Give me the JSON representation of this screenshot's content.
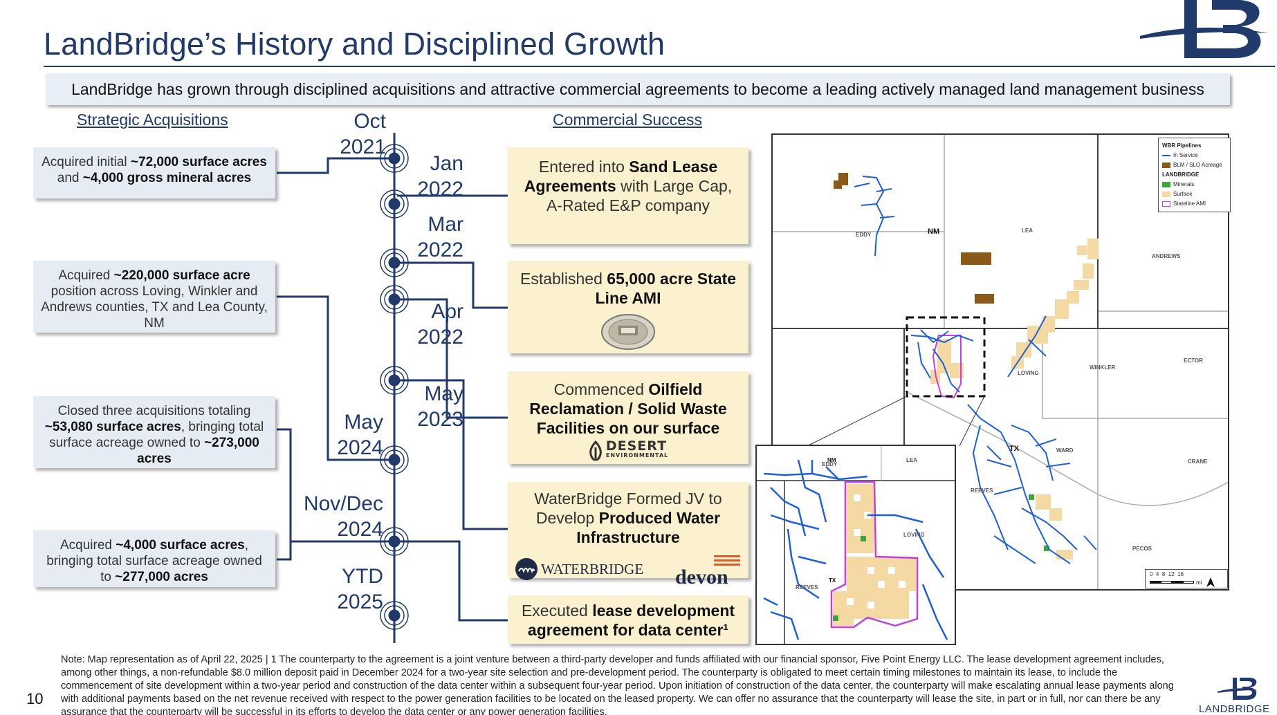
{
  "title": "LandBridge’s History and Disciplined Growth",
  "banner": "LandBridge has grown through disciplined acquisitions and attractive commercial agreements to become a leading actively managed land management business",
  "sections": {
    "left": "Strategic Acquisitions",
    "right": "Commercial Success"
  },
  "acquisitions": [
    {
      "pre": "Acquired initial ",
      "b1": "~72,000 surface acres",
      "mid": " and ",
      "b2": "~4,000 gross mineral acres",
      "post": ""
    },
    {
      "pre": "Acquired ",
      "b1": "~220,000 surface acre",
      "mid": " position across Loving, Winkler and Andrews counties, TX and Lea County, NM",
      "b2": "",
      "post": ""
    },
    {
      "pre": "Closed three acquisitions totaling ",
      "b1": "~53,080 surface acres",
      "mid": ", bringing total surface acreage owned to ",
      "b2": "~273,000",
      "post": " acres"
    },
    {
      "pre": "Acquired ",
      "b1": "~4,000 surface acres",
      "mid": ", bringing total surface acreage owned to ",
      "b2": "~277,000 acres",
      "post": ""
    }
  ],
  "commercial": [
    {
      "pre": "Entered into ",
      "b1": "Sand Lease Agreements",
      "post": " with Large Cap, A-Rated E&P company",
      "logo": ""
    },
    {
      "pre": "Established ",
      "b1": "65,000 acre State Line AMI",
      "post": "",
      "logo": "state-seal-icon"
    },
    {
      "pre": "Commenced ",
      "b1": "Oilfield Reclamation / Solid Waste Facilities on our surface",
      "post": "",
      "logo": "DESERT"
    },
    {
      "pre": "WaterBridge Formed JV to Develop ",
      "b1": "Produced Water Infrastructure",
      "post": "",
      "logo": "WATERBRIDGE"
    },
    {
      "pre": "Executed ",
      "b1": "lease development agreement for data center¹",
      "post": "",
      "logo": ""
    }
  ],
  "logos": {
    "desert_line1": "DESERT",
    "desert_line2": "ENVIRONMENTAL",
    "waterbridge": "WATERBRIDGE",
    "devon": "devon",
    "landbridge": "LANDBRIDGE"
  },
  "dates": {
    "oct2021": [
      "Oct",
      "2021"
    ],
    "jan2022": [
      "Jan",
      "2022"
    ],
    "mar2022": [
      "Mar",
      "2022"
    ],
    "apr2022": [
      "Apr",
      "2022"
    ],
    "may2023": [
      "May",
      "2023"
    ],
    "may2024": [
      "May",
      "2024"
    ],
    "novdec2024": [
      "Nov/Dec",
      "2024"
    ],
    "ytd2025": [
      "YTD",
      "2025"
    ]
  },
  "map": {
    "legend_title": "WBR Pipelines",
    "legend_items": [
      {
        "label": "In Service",
        "color": "#1f5fd6"
      },
      {
        "label": "BLM / SLO Acreage",
        "color": "#8b5a16"
      },
      {
        "label": "LANDBRIDGE",
        "color": ""
      },
      {
        "label": "Minerals",
        "color": "#3aa63a"
      },
      {
        "label": "Surface",
        "color": "#f5d9a2"
      },
      {
        "label": "Stateline AMI",
        "color": "#c040e0"
      }
    ],
    "labels": {
      "eddy": "EDDY",
      "nm": "NM",
      "lea": "LEA",
      "andrews": "ANDREWS",
      "loving": "LOVING",
      "winkler": "WINKLER",
      "ector": "ECTOR",
      "tx": "TX",
      "ward": "WARD",
      "crane": "CRANE",
      "reeves": "REEVES",
      "pecos": "PECOS"
    },
    "scale": "0  4  8  12  16",
    "scale_unit": "mi"
  },
  "note": "Note: Map representation as of April 22, 2025 | 1 The counterparty to the agreement is a joint venture between a third-party developer and funds affiliated with our financial sponsor, Five Point Energy LLC. The lease development agreement includes, among other things, a non-refundable $8.0 million deposit paid in December 2024 for a two-year site selection and pre-development period. The counterparty is obligated to meet certain timing milestones to maintain its lease, to include the commencement of site development within a two-year period and construction of the data center within a subsequent four-year period. Upon initiation of construction of the data center, the counterparty will make escalating annual lease payments along with additional payments based on the net revenue received with respect to the power generation facilities to be located on the leased property. We can offer no assurance that the counterparty will lease the site, in part or in full, nor can there be any assurance that the counterparty will be successful in its efforts to develop the data center or any power generation facilities.",
  "page_number": "10",
  "colors": {
    "navy": "#1f3a6b",
    "acq_bg": "#e6ecf4",
    "com_bg": "#fbf1cf"
  }
}
